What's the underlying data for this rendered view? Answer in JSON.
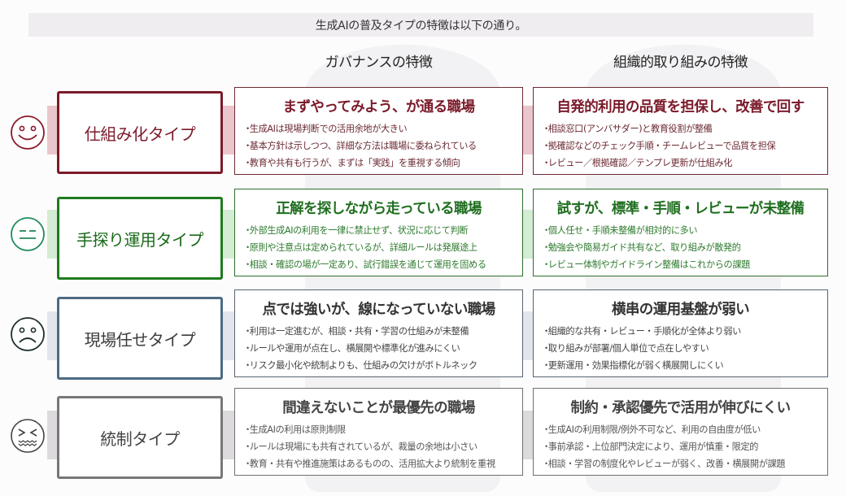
{
  "banner": {
    "text": "生成AIの普及タイプの特徴は以下の通り。"
  },
  "columns": {
    "governance": "ガバナンスの特徴",
    "organization": "組織的取り組みの特徴"
  },
  "rows": [
    {
      "type_label": "仕組み化タイプ",
      "face_icon": "smile-face-icon",
      "theme": "red",
      "colors": {
        "accent": "#7b1a2a",
        "band": "#e9c6cb"
      },
      "governance": {
        "title": "まずやってみよう、が通る職場",
        "items": [
          "生成AIは現場判断での活用余地が大きい",
          "基本方針は示しつつ、詳細な方法は職場に委ねられている",
          "教育や共有も行うが、まずは「実践」を重視する傾向"
        ]
      },
      "organization": {
        "title": "自発的利用の品質を担保し、改善で回す",
        "items": [
          "相談窓口(アンバサダー)と教育役割が整備",
          "拠確認などのチェック手順・チームレビューで品質を担保",
          "レビュー／根拠確認／テンプレ更新が仕組み化"
        ]
      }
    },
    {
      "type_label": "手探り運用タイプ",
      "face_icon": "neutral-face-icon",
      "theme": "green",
      "colors": {
        "accent": "#1f7a1f",
        "band": "#d3ecd3"
      },
      "governance": {
        "title": "正解を探しながら走っている職場",
        "items": [
          "外部生成AIの利用を一律に禁止せず、状況に応じて判断",
          "原則や注意点は定められているが、詳細ルールは発展途上",
          "相談・確認の場が一定あり、試行錯誤を通じて運用を固める"
        ]
      },
      "organization": {
        "title": "試すが、標準・手順・レビューが未整備",
        "items": [
          "個人任せ・手順未整備が相対的に多い",
          "勉強会や簡易ガイド共有など、取り組みが散発的",
          "レビュー体制やガイドライン整備はこれからの課題"
        ]
      }
    },
    {
      "type_label": "現場任せタイプ",
      "face_icon": "sad-face-icon",
      "theme": "blue",
      "colors": {
        "accent": "#4d6b82",
        "band": "#e2e6ec"
      },
      "governance": {
        "title": "点では強いが、線になっていない職場",
        "items": [
          "利用は一定進むが、相談・共有・学習の仕組みが未整備",
          "ルールや運用が点在し、横展開や標準化が進みにくい",
          "リスク最小化や統制よりも、仕組みの欠けがボトルネック"
        ]
      },
      "organization": {
        "title": "横串の運用基盤が弱い",
        "items": [
          "組織的な共有・レビュー・手順化が全体より弱い",
          "取り組みが部署/個人単位で点在しやすい",
          "更新運用・効果指標化が弱く横展開しにくい"
        ]
      }
    },
    {
      "type_label": "統制タイプ",
      "face_icon": "distressed-face-icon",
      "theme": "gray",
      "colors": {
        "accent": "#777777",
        "band": "#dcdadd"
      },
      "governance": {
        "title": "間違えないことが最優先の職場",
        "items": [
          "生成AIの利用は原則制限",
          "ルールは現場にも共有されているが、裁量の余地は小さい",
          "教育・共有や推進施策はあるものの、活用拡大より統制を重視"
        ]
      },
      "organization": {
        "title": "制約・承認優先で活用が伸びにくい",
        "items": [
          "生成AIの利用制限/例外不可など、利用の自由度が低い",
          "事前承認・上位部門決定により、運用が慎重・限定的",
          "相談・学習の制度化やレビューが弱く、改善・横展開が課題"
        ]
      }
    }
  ]
}
